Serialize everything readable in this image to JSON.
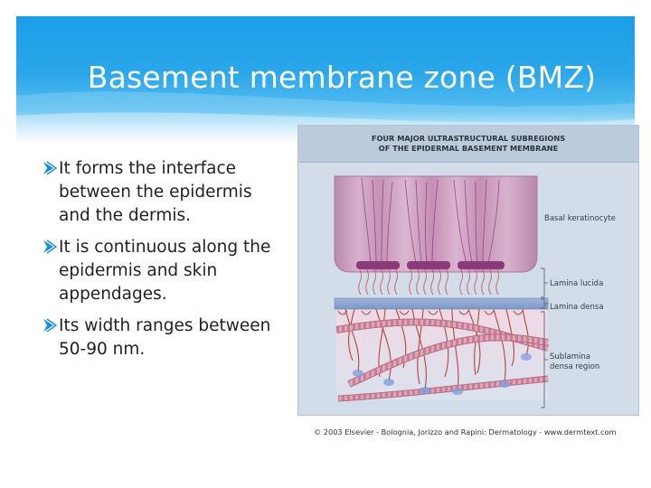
{
  "slide": {
    "title": "Basement membrane zone (BMZ)",
    "bullets": [
      "It forms the interface between the epidermis and the dermis.",
      "It is continuous along the epidermis and skin appendages.",
      "Its width ranges between 50-90 nm."
    ]
  },
  "figure": {
    "title_line1": "FOUR MAJOR ULTRASTRUCTURAL SUBREGIONS",
    "title_line2": "OF THE EPIDERMAL BASEMENT MEMBRANE",
    "labels": {
      "basal_keratinocyte": "Basal keratinocyte",
      "lamina_lucida": "Lamina lucida",
      "lamina_densa": "Lamina densa",
      "sublamina_line1": "Sublamina",
      "sublamina_line2": "densa region"
    },
    "credit": "© 2003 Elsevier - Bolognia, Jorizzo and Rapini: Dermatology - www.dermtext.com"
  },
  "colors": {
    "banner_top": "#1a9ee6",
    "bullet_arrow": "#1a8fd6",
    "keratinocyte": "#cd9fc0",
    "hemidesmosome": "#8a3a78",
    "lamina_densa": "#8fa9d2",
    "fibril": "#b5443a"
  },
  "icons": {
    "bullet": "arrow-bullet-icon"
  }
}
